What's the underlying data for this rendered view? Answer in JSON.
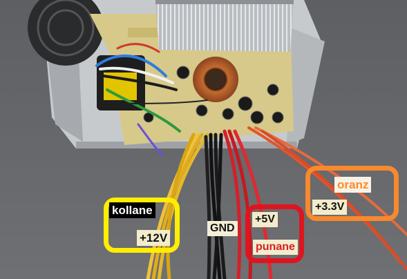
{
  "labels": {
    "yellow_name": "kollane",
    "yellow_voltage": "+12V",
    "gnd": "GND",
    "red_voltage": "+5V",
    "red_name": "punane",
    "orange_name": "oranz",
    "orange_voltage": "+3.3V"
  },
  "colors": {
    "yellow": "#ffee00",
    "red": "#e0141e",
    "orange": "#f7892e",
    "black": "#111111"
  }
}
